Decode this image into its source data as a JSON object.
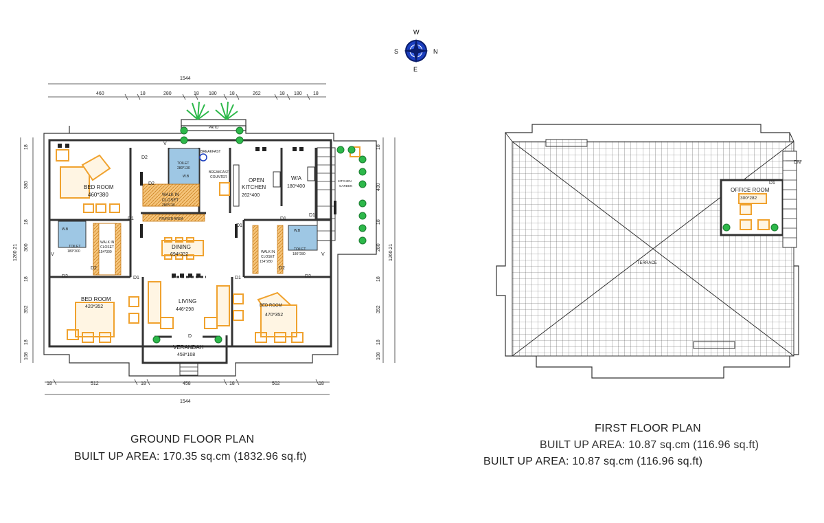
{
  "compass": {
    "w": "W",
    "n": "N",
    "e": "E",
    "s": "S"
  },
  "ground_floor": {
    "title": "GROUND FLOOR PLAN",
    "area": "BUILT UP AREA: 170.35 sq.cm (1832.96 sq.ft)",
    "dims_top": {
      "overall": "1544",
      "d1": "460",
      "d2": "18",
      "d3": "280",
      "d4": "18",
      "d5": "180",
      "d6": "18",
      "d7": "262",
      "d8": "18",
      "d9": "180",
      "d10": "18"
    },
    "dims_bottom": {
      "overall": "1544",
      "d1": "18",
      "d2": "512",
      "d3": "18",
      "d4": "458",
      "d5": "18",
      "d6": "502",
      "d7": "18"
    },
    "dims_left": {
      "overall": "1260.21",
      "d1": "18",
      "d2": "380",
      "d3": "18",
      "d4": "300",
      "d5": "18",
      "d6": "352",
      "d7": "18",
      "d8": "108"
    },
    "dims_right": {
      "overall": "1260.21",
      "d1": "18",
      "d2": "400",
      "d3": "18",
      "d4": "280",
      "d5": "18",
      "d6": "352",
      "d7": "18",
      "d8": "108"
    },
    "rooms": {
      "patio": "PATIO",
      "bed1": "BED ROOM",
      "bed1_size": "460*380",
      "toilet1": "TOILET",
      "toilet1_size": "280*130",
      "wb1": "W.B",
      "walkin1": "WALK IN",
      "walkin1b": "CLOSET",
      "walkin1_size": "280*130",
      "prayer": "PRAYER AREA",
      "breakfast": "BREAKFAST",
      "breakfast_b": "COUNTER",
      "open_kitchen": "OPEN",
      "open_kitchen_b": "KITCHEN",
      "open_kitchen_size": "262*400",
      "wa": "W/A",
      "wa_size": "180*400",
      "kitchen_garden": "KITCHEN",
      "kitchen_garden_b": "GARDEN",
      "toilet2": "TOILET",
      "toilet2_size": "180*300",
      "walkin2": "WALK IN",
      "walkin2b": "CLOSET",
      "walkin2_size": "154*300",
      "dining": "DINING",
      "dining_size": "694*332",
      "walkin3": "WALK IN",
      "walkin3b": "CLOSET",
      "walkin3_size": "154*280",
      "toilet3": "TOILET",
      "toilet3_size": "180*280",
      "bed2": "BED ROOM",
      "bed2_size": "420*352",
      "living": "LIVING",
      "living_size": "446*298",
      "bed3": "BED ROOM",
      "bed3_size": "470*352",
      "verandah": "VERANDAH",
      "verandah_size": "458*168"
    },
    "doors": {
      "d1": "D1",
      "d2": "D2",
      "d": "D",
      "v": "V"
    }
  },
  "first_floor": {
    "title": "FIRST FLOOR PLAN",
    "area_overlay": "BUILT UP AREA: 10.87 sq.cm (116.96 sq.ft)",
    "area": "BUILT UP AREA: 10.87 sq.cm (116.96 sq.ft)",
    "office": "OFFICE ROOM",
    "office_size": "300*282",
    "terrace": "TERRACE",
    "dn": "DN",
    "door": "D1"
  },
  "colors": {
    "wall": "#333333",
    "furniture": "#f0a22e",
    "toilet": "#9ec7e4",
    "plant": "#2db84a",
    "compass": "#1b3fbf"
  }
}
